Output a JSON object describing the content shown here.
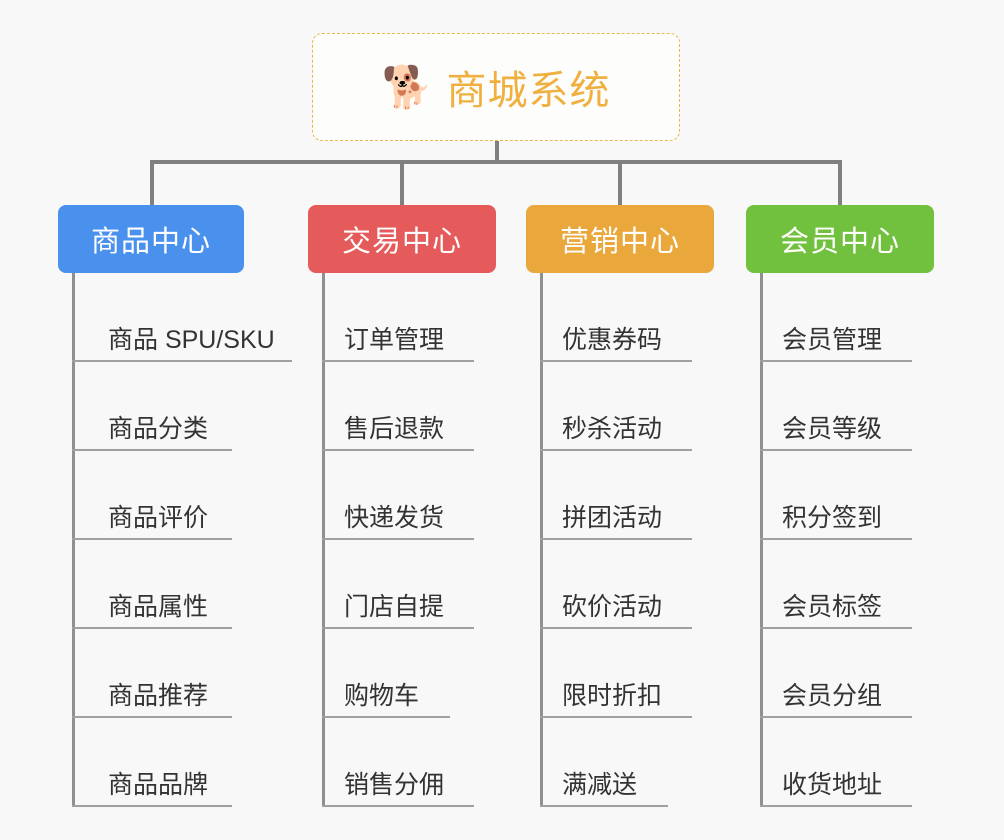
{
  "background_color": "#f8f8f8",
  "root": {
    "icon": "shiba-dog-face-emoji",
    "emoji": "🐕",
    "title": "商城系统",
    "border_color": "#e8b84b",
    "text_color": "#f0b040"
  },
  "connector_color": "#808080",
  "columns": [
    {
      "title": "商品中心",
      "color": "#4a90ed",
      "items": [
        "商品 SPU/SKU",
        "商品分类",
        "商品评价",
        "商品属性",
        "商品推荐",
        "商品品牌"
      ]
    },
    {
      "title": "交易中心",
      "color": "#e55a5a",
      "items": [
        "订单管理",
        "售后退款",
        "快递发货",
        "门店自提",
        "购物车",
        "销售分佣"
      ]
    },
    {
      "title": "营销中心",
      "color": "#eaa83c",
      "items": [
        "优惠券码",
        "秒杀活动",
        "拼团活动",
        "砍价活动",
        "限时折扣",
        "满减送"
      ]
    },
    {
      "title": "会员中心",
      "color": "#72c13e",
      "items": [
        "会员管理",
        "会员等级",
        "积分签到",
        "会员标签",
        "会员分组",
        "收货地址"
      ]
    }
  ],
  "layout": {
    "column_left": [
      58,
      308,
      526,
      746
    ],
    "column_box_width": [
      186,
      188,
      188,
      188
    ],
    "leaf_rule_width": [
      220,
      180,
      170,
      175
    ],
    "leaf_rule_width_narrow": [
      220,
      150,
      145,
      175
    ]
  }
}
